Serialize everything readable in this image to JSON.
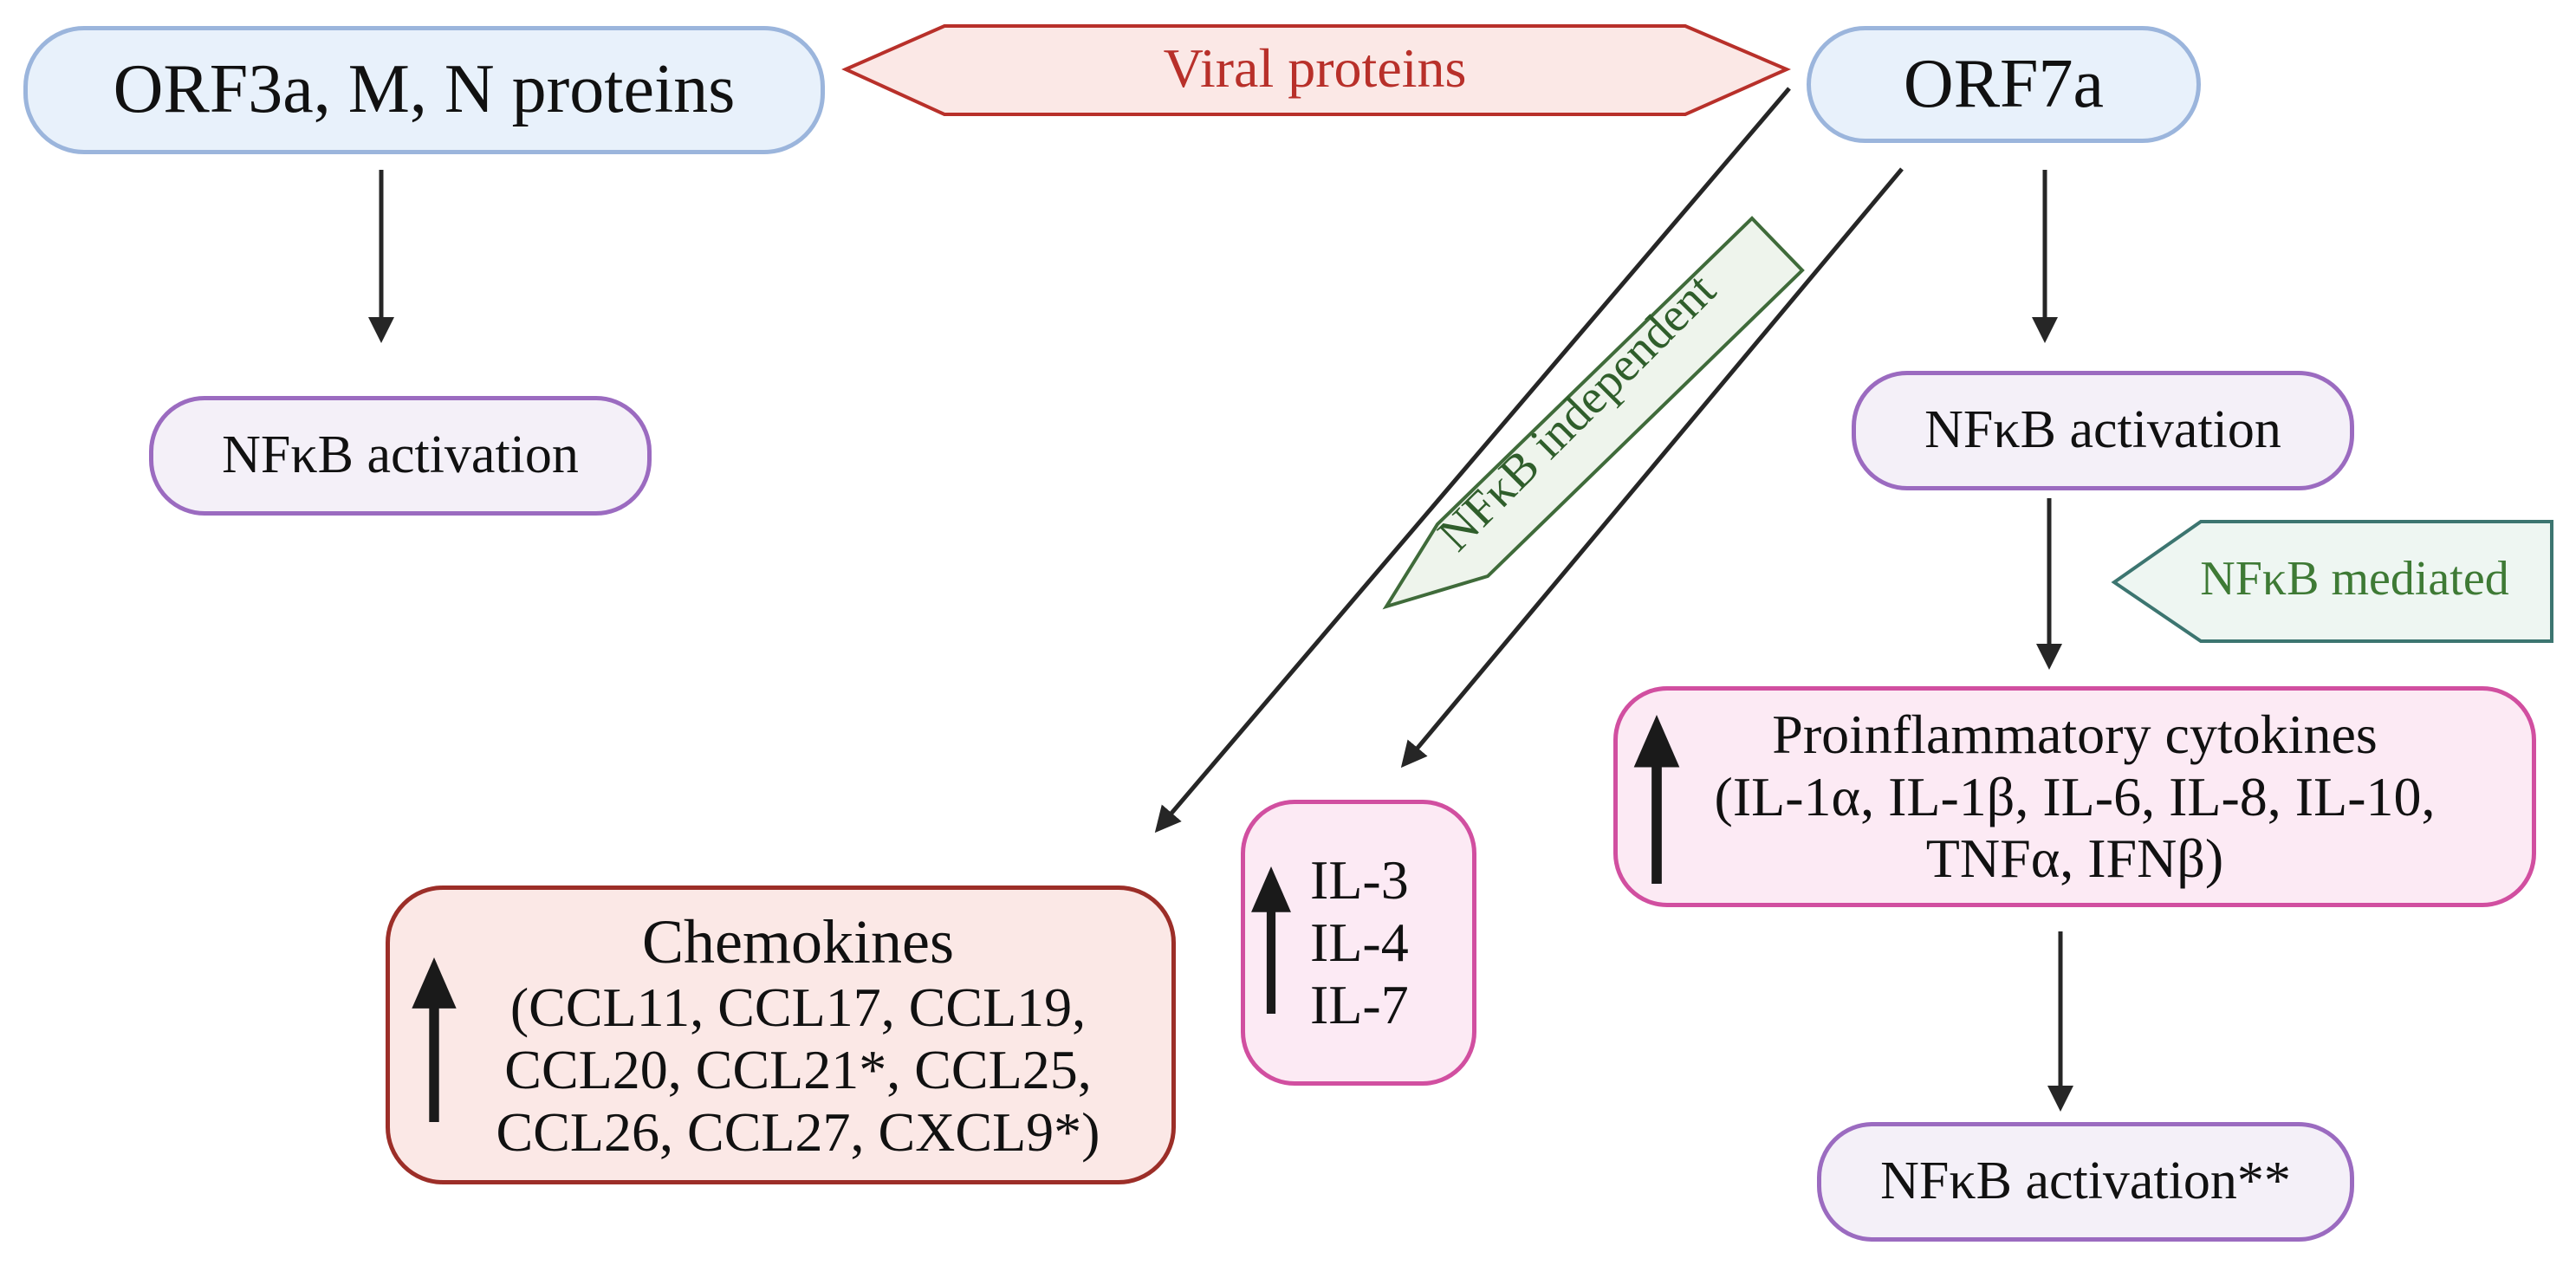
{
  "nodes": {
    "orf3a_proteins": "ORF3a, M, N proteins",
    "orf7a": "ORF7a",
    "nfkb_left": "NFκB activation",
    "nfkb_right": "NFκB activation",
    "nfkb_final": "NFκB activation**",
    "cytokines": {
      "title": "Proinflammatory cytokines",
      "line1": "(IL-1α, IL-1β, IL-6, IL-8, IL-10,",
      "line2": "TNFα, IFNβ)"
    },
    "interleukins": [
      "IL-3",
      "IL-4",
      "IL-7"
    ],
    "chemokines": {
      "title": "Chemokines",
      "line1": "(CCL11, CCL17, CCL19,",
      "line2": "CCL20, CCL21*, CCL25,",
      "line3": "CCL26, CCL27, CXCL9*)"
    }
  },
  "labels": {
    "viral_proteins": "Viral proteins",
    "nfkb_independent": "NFκB independent",
    "nfkb_mediated": "NFκB mediated"
  },
  "colors": {
    "viral_proteins_text": "#b8302a",
    "viral_proteins_fill": "#fbe8e6",
    "nfkb_independent_text": "#2f5e2b",
    "nfkb_independent_border": "#3f6b3a",
    "nfkb_mediated_text": "#3e7a35",
    "nfkb_mediated_border": "#3c7570",
    "connector": "#262626"
  },
  "icons": {
    "up_arrow": "up-arrow-icon",
    "connector": "arrow-connector"
  }
}
